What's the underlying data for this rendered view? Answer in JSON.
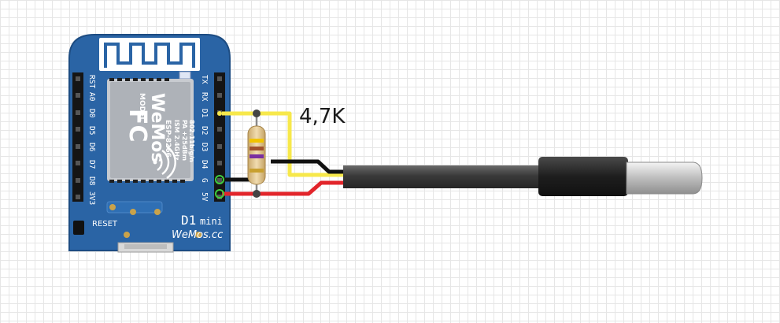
{
  "resistor": {
    "value_label": "4,7K"
  },
  "board": {
    "reset_label": "RESET",
    "name_main": "D1",
    "name_sub": "mini",
    "brand": "WeMos.cc",
    "left_pins": [
      "RST",
      "A0",
      "D0",
      "D5",
      "D6",
      "D7",
      "D8",
      "3V3"
    ],
    "right_pins": [
      "TX",
      "RX",
      "D1",
      "D2",
      "D3",
      "D4",
      "G",
      "5V"
    ],
    "module": {
      "brand": "WeMos",
      "model_label": "MODEL",
      "model": "ESP-8266",
      "band": "ISM 2.4GHz",
      "power": "PA +25dBm",
      "standard": "802.11b/g/n",
      "fcc": "FC"
    }
  },
  "colors": {
    "board": "#2a64a5",
    "wire_data": "#f7e84b",
    "wire_ground": "#111111",
    "wire_power": "#e2252b",
    "cable": "#3a3a3a",
    "probe": "#c9c9c9"
  }
}
